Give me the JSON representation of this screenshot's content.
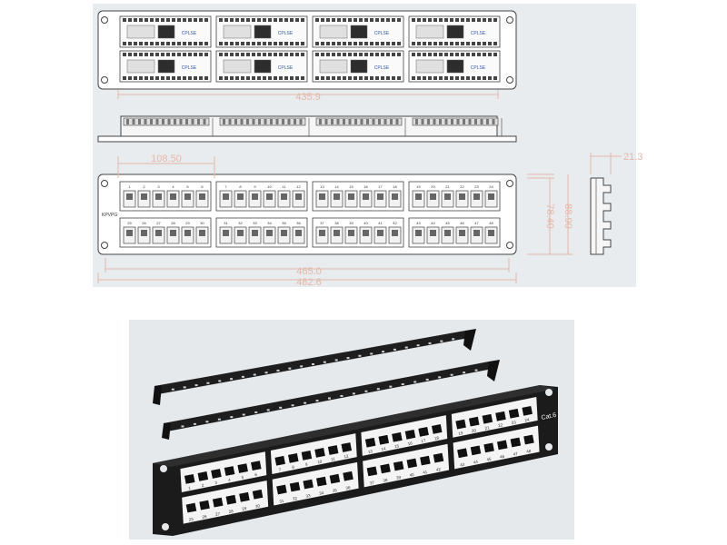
{
  "drawing": {
    "dim_top_width": "435.9",
    "dim_module_width": "108.50",
    "dim_depth": "21.3",
    "dim_panel_width_inner": "465.0",
    "dim_panel_width_outer": "482.6",
    "dim_height_inner": "78.40",
    "dim_height_outer": "88.90",
    "side_label": "KPVPG",
    "module_badge": "CPLSE",
    "row1_labels": [
      "1",
      "2",
      "3",
      "4",
      "5",
      "6",
      "7",
      "8",
      "9",
      "10",
      "11",
      "12",
      "13",
      "14",
      "15",
      "16",
      "17",
      "18",
      "19",
      "20",
      "21",
      "22",
      "23",
      "24"
    ],
    "row2_labels": [
      "25",
      "26",
      "27",
      "28",
      "29",
      "30",
      "31",
      "32",
      "33",
      "34",
      "35",
      "36",
      "37",
      "38",
      "39",
      "40",
      "41",
      "42",
      "43",
      "44",
      "45",
      "46",
      "47",
      "48"
    ]
  },
  "photo": {
    "category_label": "Cat.6",
    "row1_labels": [
      "1",
      "2",
      "3",
      "4",
      "5",
      "6",
      "7",
      "8",
      "9",
      "10",
      "11",
      "12",
      "13",
      "14",
      "15",
      "16",
      "17",
      "18",
      "19",
      "20",
      "21",
      "22",
      "23",
      "24"
    ],
    "row2_labels": [
      "25",
      "26",
      "27",
      "28",
      "29",
      "30",
      "31",
      "32",
      "33",
      "34",
      "35",
      "36",
      "37",
      "38",
      "39",
      "40",
      "41",
      "42",
      "43",
      "44",
      "45",
      "46",
      "47",
      "48"
    ]
  },
  "colors": {
    "drawing_bg": "#e8ecef",
    "photo_bg": "#e6e9ec",
    "line": "#444444",
    "dim": "#e5b7a8",
    "panel_black": "#1b1b1b"
  }
}
